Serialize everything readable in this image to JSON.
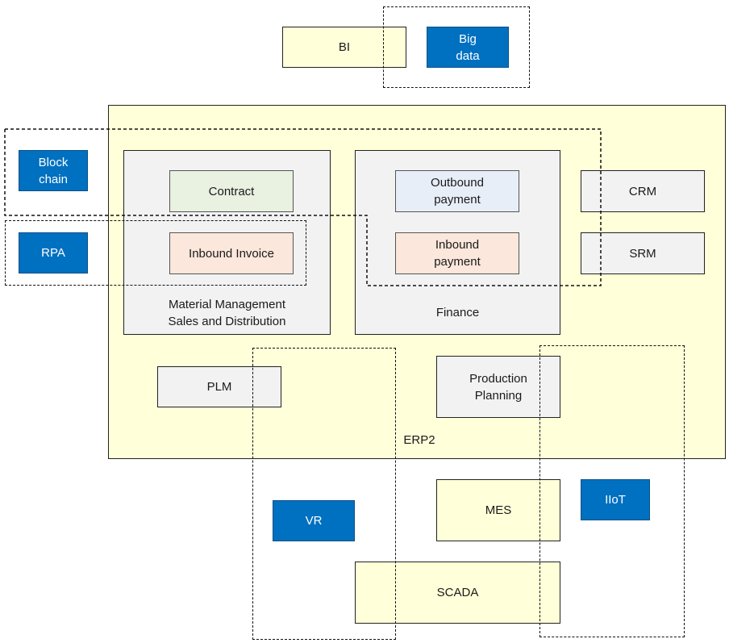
{
  "diagram": {
    "erp": {
      "label": "ERP2"
    },
    "modules": {
      "material_mgmt": {
        "label": "Material Management\nSales and Distribution"
      },
      "finance": {
        "label": "Finance"
      }
    },
    "boxes": {
      "bi": "BI",
      "big_data": "Big\ndata",
      "block_chain": "Block\nchain",
      "rpa": "RPA",
      "contract": "Contract",
      "inbound_invoice": "Inbound Invoice",
      "outbound_payment": "Outbound\npayment",
      "inbound_payment": "Inbound\npayment",
      "crm": "CRM",
      "srm": "SRM",
      "plm": "PLM",
      "production_planning": "Production\nPlanning",
      "vr": "VR",
      "mes": "MES",
      "iiot": "IIoT",
      "scada": "SCADA"
    },
    "colors": {
      "erp_fill": "#ffffd9",
      "module_fill": "#f2f2f2",
      "tech_fill": "#0070c0",
      "contract_fill": "#e9f1e1",
      "outbound_fill": "#e8eef8",
      "inbound_fill": "#fbe7db"
    }
  }
}
